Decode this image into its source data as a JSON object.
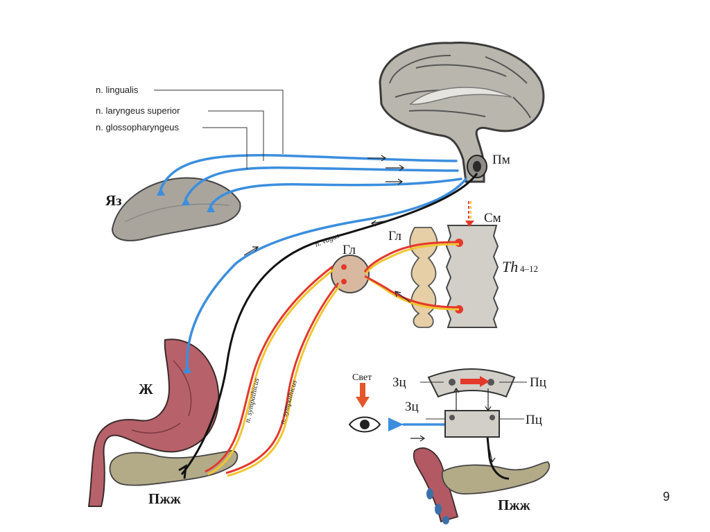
{
  "labels": {
    "n_lingualis": "n. lingualis",
    "n_laryngeus": "n. laryngeus superior",
    "n_glosso": "n. glossopharyngeus",
    "yaz": "Яз",
    "pm": "Пм",
    "sm": "См",
    "gl_ganglion": "Гл",
    "gl_chain": "Гл",
    "th": "Th",
    "th_range": "4–12",
    "n_vagus": "n. vagus",
    "n_symp_1": "n. sympathicus",
    "n_symp_2": "n. sympathicus",
    "zh": "Ж",
    "pzhzh_left": "Пжж",
    "pzhzh_right": "Пжж",
    "svet": "Свет",
    "zc_top": "Зц",
    "pc_top": "Пц",
    "zc_bottom": "Зц",
    "pc_bottom": "Пц"
  },
  "page_number": "9",
  "colors": {
    "afferent": "#3b8ede",
    "sympathetic_red": "#e4382a",
    "sympathetic_yellow": "#f2c530",
    "efferent": "#111111",
    "brain_tissue": "#b9b6ae"
  }
}
